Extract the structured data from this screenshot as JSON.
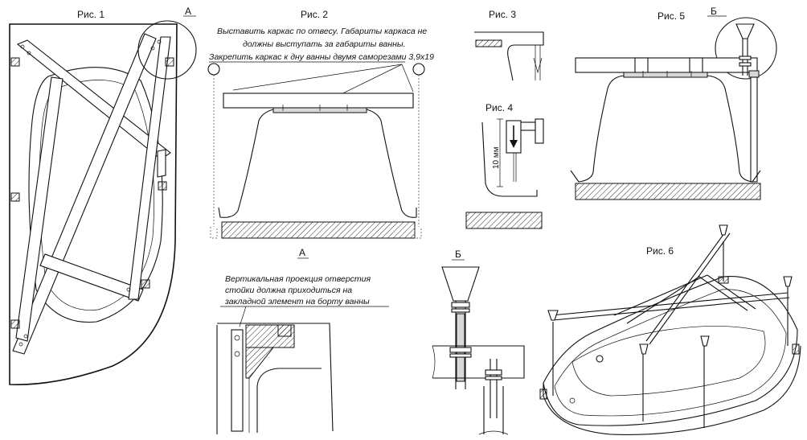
{
  "figures": {
    "fig1": "Рис. 1",
    "fig2": "Рис. 2",
    "fig3": "Рис. 3",
    "fig4": "Рис. 4",
    "fig5": "Рис. 5",
    "fig6": "Рис. 6"
  },
  "callouts": {
    "a_top": "А",
    "b_top": "Б",
    "a_detail": "А",
    "b_detail": "Б"
  },
  "notes": {
    "fig2_line1": "Выставить каркас по отвесу. Габариты каркаса не",
    "fig2_line2": "должны выступать за габариты ванны.",
    "fig2_line3": "Закрепить каркас к дну ванны двумя саморезами 3,9х19",
    "detailA_line1": "Вертикальная проекция отверстия",
    "detailA_line2": "стойки должна приходиться на",
    "detailA_line3": "закладной элемент на борту ванны"
  },
  "dimensions": {
    "fig4_height": "10 мм"
  }
}
